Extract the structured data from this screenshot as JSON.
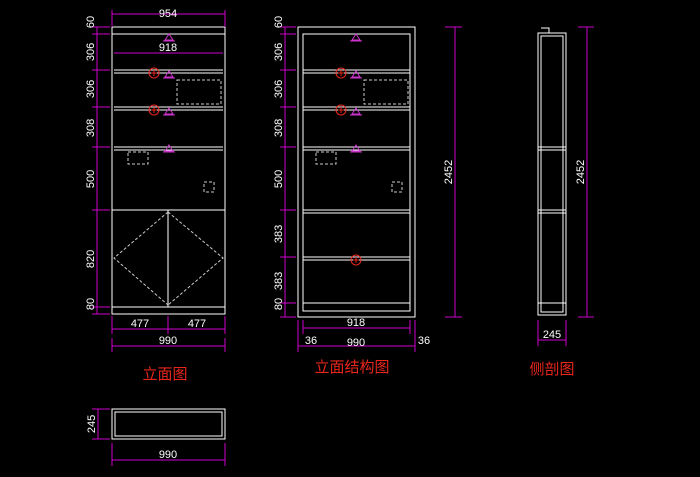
{
  "colors": {
    "background": "#000000",
    "outline": "#ffffff",
    "dimension": "#cc00cc",
    "symbol_magenta": "#cc33cc",
    "symbol_red": "#e8261c",
    "title": "#e8261c",
    "dashed": "#cccccc"
  },
  "titles": {
    "elevation": "立面图",
    "structure": "立面结构图",
    "section": "侧剖图"
  },
  "elevation": {
    "top_width": "954",
    "inner_width": "918",
    "bottom_width": "990",
    "door_width_left": "477",
    "door_width_right": "477",
    "heights": [
      "60",
      "306",
      "306",
      "308",
      "500",
      "820",
      "80"
    ]
  },
  "structure": {
    "inner_width": "918",
    "bottom_width": "990",
    "side_left": "36",
    "side_right": "36",
    "total_height": "2452",
    "heights": [
      "60",
      "306",
      "306",
      "308",
      "500",
      "383",
      "383",
      "80"
    ]
  },
  "section": {
    "depth": "245",
    "total_height": "2452"
  },
  "plan": {
    "depth": "245",
    "width": "990"
  }
}
